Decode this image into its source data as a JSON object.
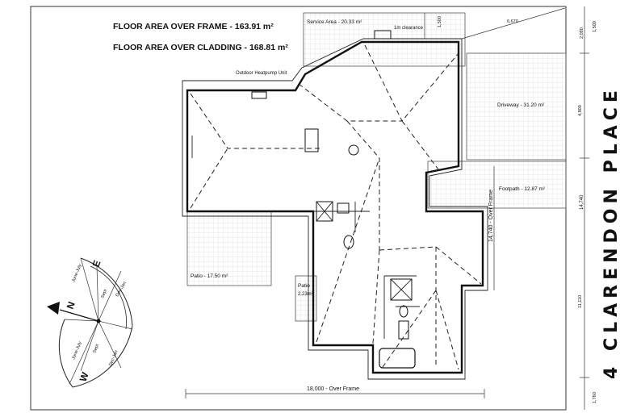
{
  "header": {
    "area_over_frame_label": "FLOOR AREA OVER FRAME - 163.91 m²",
    "area_over_cladding_label": "FLOOR AREA OVER CLADDING - 168.81 m²"
  },
  "street": {
    "name": "4 CLARENDON PLACE"
  },
  "areas": {
    "service_area": "Service Area - 20.33 m²",
    "clearance": "1m clearance",
    "heatpump": "Outdoor Heatpump Unit",
    "driveway": "Driveway - 31.20 m²",
    "footpath": "Footpath - 12.87 m²",
    "patio_main": "Patio - 17.50 m²",
    "patio_small_1": "Patio",
    "patio_small_2": "2.23m²"
  },
  "dimensions": {
    "bottom_width": "18,000 - Over Frame",
    "vertical_depth": "14,740 - Over Frame",
    "right_total": "14,740",
    "seg_top_1": "1,500",
    "seg_top_2": "2,090",
    "seg_mid": "4,800",
    "seg_low": "11,110",
    "seg_bottom": "1,760",
    "top_dim_1": "1,500",
    "top_dim_2": "6,670"
  },
  "compass": {
    "north": "N",
    "east": "E",
    "west": "W",
    "months": [
      "June-July",
      "Sept",
      "Dec-Jan",
      "June-July",
      "Sept",
      "Dec-Jan"
    ]
  }
}
